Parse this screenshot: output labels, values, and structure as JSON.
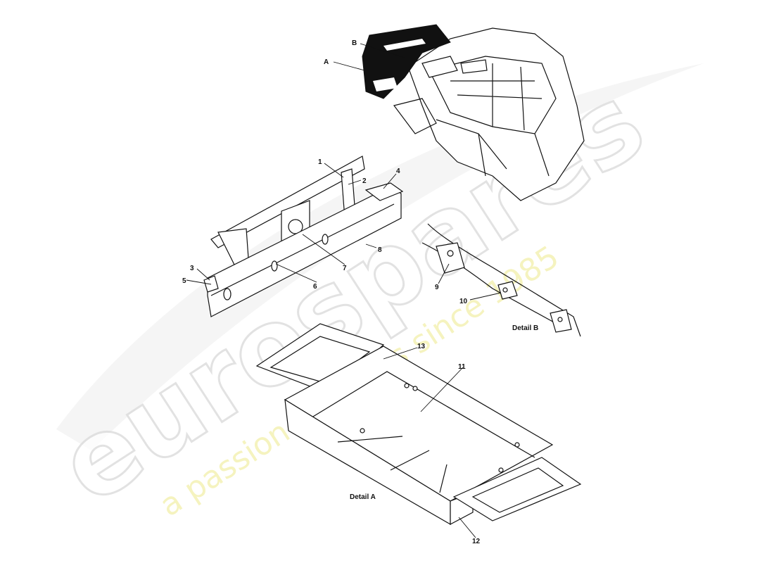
{
  "diagram": {
    "callouts": {
      "c1": "1",
      "c2": "2",
      "c3": "3",
      "c4": "4",
      "c5": "5",
      "c6": "6",
      "c7": "7",
      "c8": "8",
      "c9": "9",
      "c10": "10",
      "c11": "11",
      "c12": "12",
      "c13": "13",
      "cA": "A",
      "cB": "B"
    },
    "detail_a_label": "Detail A",
    "detail_b_label": "Detail B"
  },
  "watermark": {
    "brand": "eurospares",
    "tagline": "a passion for parts since 1985",
    "brand_color": "#d9d9d9",
    "tagline_color": "#f4f1b4"
  }
}
